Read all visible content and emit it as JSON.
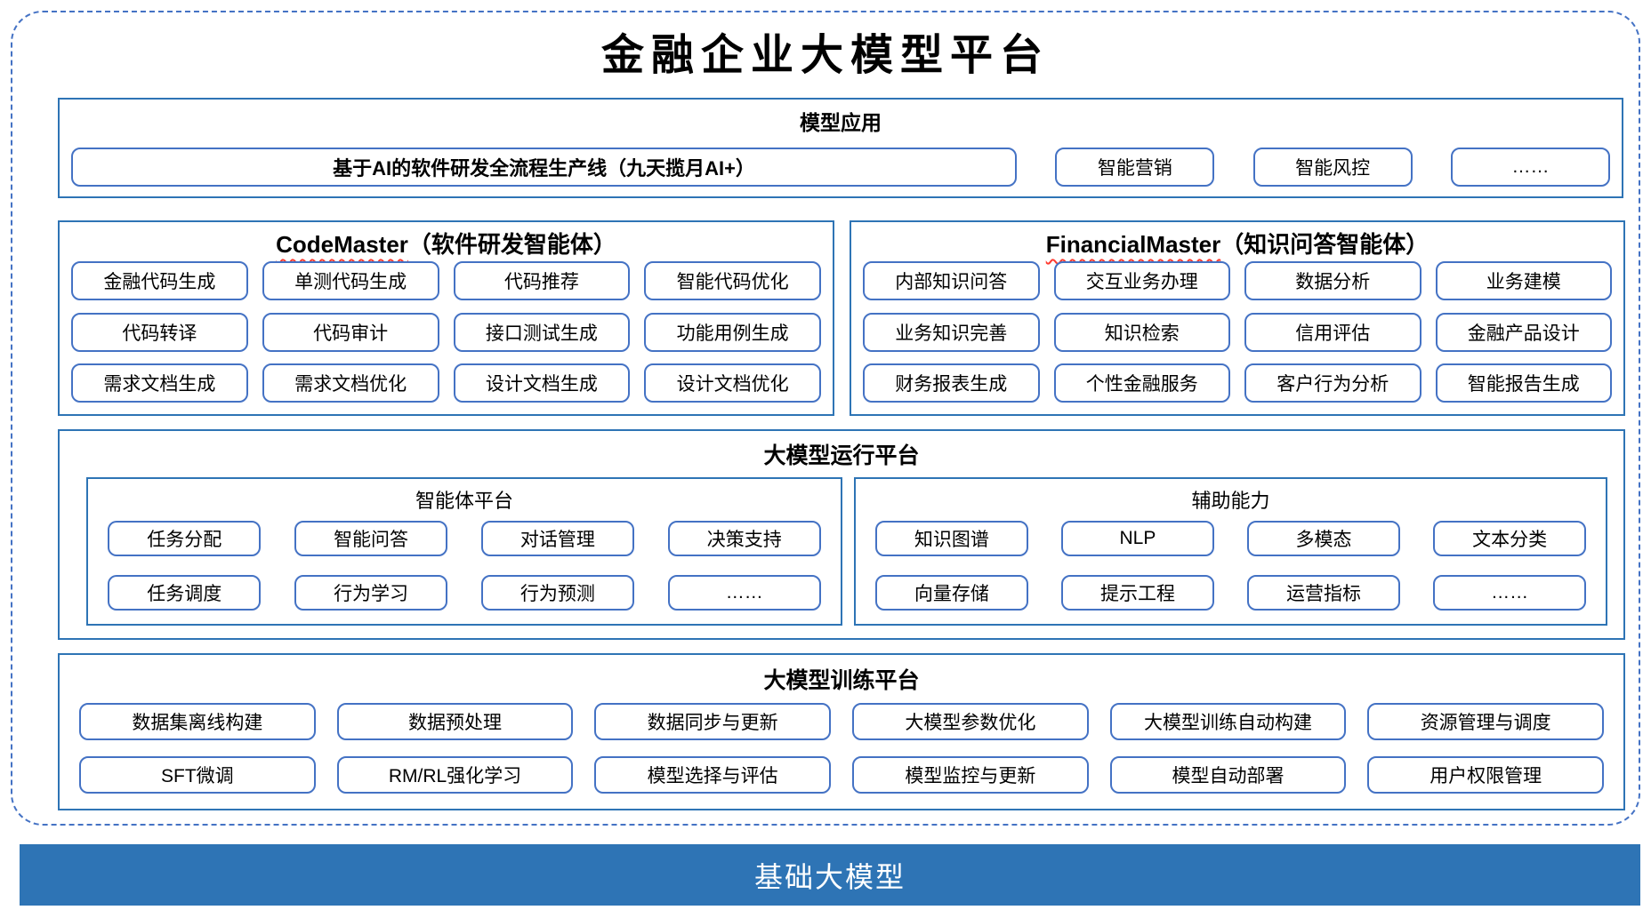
{
  "title": "金融企业大模型平台",
  "colors": {
    "section_border": "#2E74B5",
    "chip_border": "#4472C4",
    "dashed_frame": "#4472C4",
    "foundation_bar_bg": "#2E74B5",
    "foundation_bar_text": "#FFFFFF",
    "squiggle": "#FF3B30"
  },
  "model_app": {
    "title": "模型应用",
    "pipeline": "基于AI的软件研发全流程生产线（九天揽月AI+）",
    "items": [
      "智能营销",
      "智能风控",
      "……"
    ]
  },
  "code_master": {
    "name": "CodeMaster",
    "subtitle": "（软件研发智能体）",
    "items": [
      "金融代码生成",
      "单测代码生成",
      "代码推荐",
      "智能代码优化",
      "代码转译",
      "代码审计",
      "接口测试生成",
      "功能用例生成",
      "需求文档生成",
      "需求文档优化",
      "设计文档生成",
      "设计文档优化"
    ]
  },
  "financial_master": {
    "name": "FinancialMaster",
    "subtitle": "（知识问答智能体）",
    "items": [
      "内部知识问答",
      "交互业务办理",
      "数据分析",
      "业务建模",
      "业务知识完善",
      "知识检索",
      "信用评估",
      "金融产品设计",
      "财务报表生成",
      "个性金融服务",
      "客户行为分析",
      "智能报告生成"
    ]
  },
  "runtime_platform": {
    "title": "大模型运行平台",
    "agent_platform": {
      "title": "智能体平台",
      "items": [
        "任务分配",
        "智能问答",
        "对话管理",
        "决策支持",
        "任务调度",
        "行为学习",
        "行为预测",
        "……"
      ]
    },
    "aux_capability": {
      "title": "辅助能力",
      "items": [
        "知识图谱",
        "NLP",
        "多模态",
        "文本分类",
        "向量存储",
        "提示工程",
        "运营指标",
        "……"
      ]
    }
  },
  "training_platform": {
    "title": "大模型训练平台",
    "items": [
      "数据集离线构建",
      "数据预处理",
      "数据同步与更新",
      "大模型参数优化",
      "大模型训练自动构建",
      "资源管理与调度",
      "SFT微调",
      "RM/RL强化学习",
      "模型选择与评估",
      "模型监控与更新",
      "模型自动部署",
      "用户权限管理"
    ]
  },
  "foundation": {
    "label": "基础大模型"
  }
}
